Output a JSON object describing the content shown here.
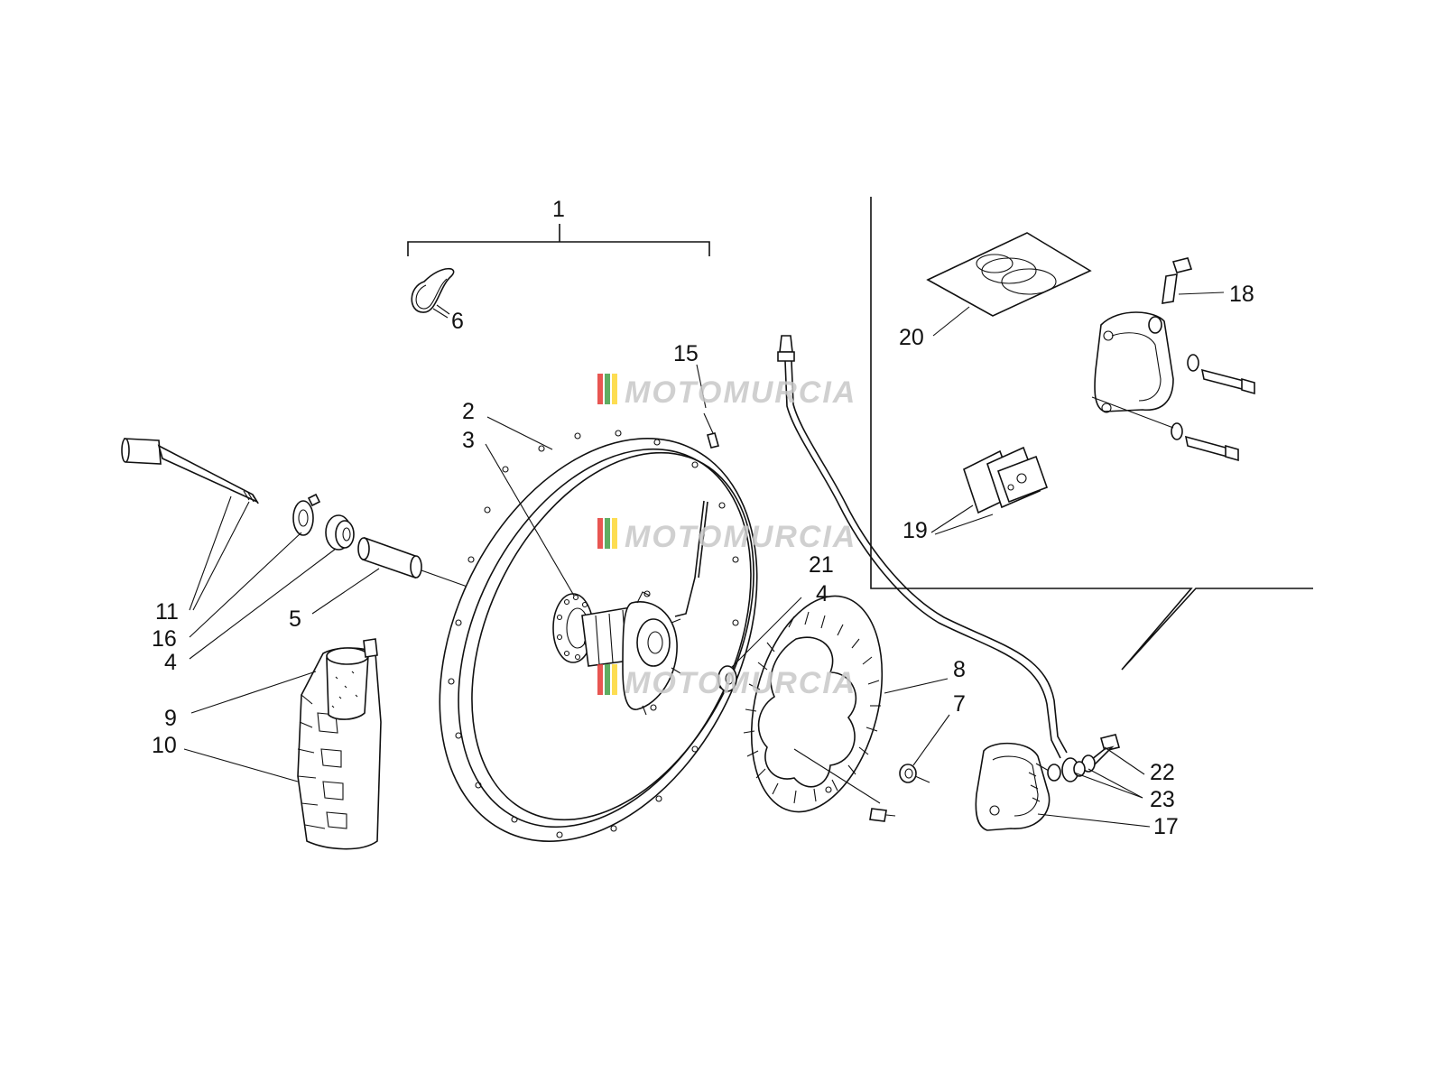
{
  "diagram": {
    "callouts": [
      {
        "id": "1",
        "text": "1"
      },
      {
        "id": "2",
        "text": "2"
      },
      {
        "id": "3",
        "text": "3"
      },
      {
        "id": "4a",
        "text": "4"
      },
      {
        "id": "4b",
        "text": "4"
      },
      {
        "id": "5",
        "text": "5"
      },
      {
        "id": "6",
        "text": "6"
      },
      {
        "id": "7",
        "text": "7"
      },
      {
        "id": "8",
        "text": "8"
      },
      {
        "id": "9",
        "text": "9"
      },
      {
        "id": "10",
        "text": "10"
      },
      {
        "id": "11",
        "text": "11"
      },
      {
        "id": "15",
        "text": "15"
      },
      {
        "id": "16",
        "text": "16"
      },
      {
        "id": "17",
        "text": "17"
      },
      {
        "id": "18",
        "text": "18"
      },
      {
        "id": "19",
        "text": "19"
      },
      {
        "id": "20",
        "text": "20"
      },
      {
        "id": "21",
        "text": "21"
      },
      {
        "id": "22",
        "text": "22"
      },
      {
        "id": "23",
        "text": "23"
      }
    ],
    "watermark": {
      "text": "MOTOMURCIA",
      "colors": [
        "#e53935",
        "#43a047",
        "#fdd835"
      ]
    }
  }
}
